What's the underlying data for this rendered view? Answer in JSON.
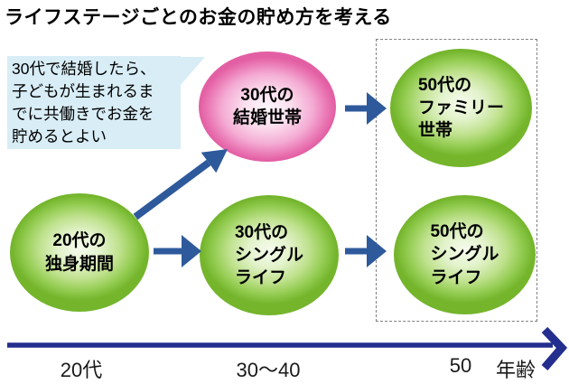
{
  "title": "ライフステージごとのお金の貯め方を考える",
  "callout": {
    "lines": [
      "30代で結婚したら、",
      "子どもが生まれるま",
      "でに共働きでお金を",
      "貯めるとよい"
    ]
  },
  "nodes": {
    "single_20s": {
      "lines": [
        "20代の",
        "独身期間"
      ],
      "color": "green"
    },
    "married_30s": {
      "lines": [
        "30代の",
        "結婚世帯"
      ],
      "color": "pink"
    },
    "single_30s": {
      "lines": [
        "30代の",
        "シングル",
        "ライフ"
      ],
      "color": "green"
    },
    "family_50s": {
      "lines": [
        "50代の",
        "ファミリー",
        "世帯"
      ],
      "color": "green"
    },
    "single_50s": {
      "lines": [
        "50代の",
        "シングル",
        "ライフ"
      ],
      "color": "green"
    }
  },
  "axis": {
    "ticks": [
      "20代",
      "30〜40",
      "50"
    ],
    "unit_label": "年齢"
  },
  "colors": {
    "node_green_edge": "#74b52c",
    "node_green_center": "#f6fbee",
    "node_pink_edge": "#e35fa4",
    "node_pink_center": "#fef7fb",
    "arrow_blue": "#2e5a9c",
    "axis_navy": "#232e8e",
    "callout_bg": "#d8edf6",
    "dashed_border": "#808080"
  }
}
